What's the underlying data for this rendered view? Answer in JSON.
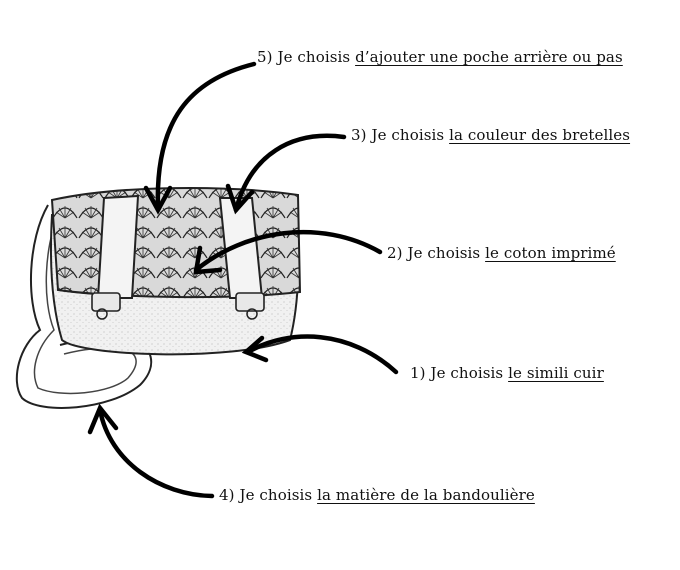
{
  "annotations": [
    {
      "num": "5)",
      "prefix": " Je choisis ",
      "underlined": "d’ajouter une poche arrière ou pas"
    },
    {
      "num": "3)",
      "prefix": " Je choisis ",
      "underlined": "la couleur des bretelles"
    },
    {
      "num": "2)",
      "prefix": " Je choisis ",
      "underlined": "le coton imprimé"
    },
    {
      "num": "1)",
      "prefix": " Je choisis ",
      "underlined": "le simili cuir"
    },
    {
      "num": "4)",
      "prefix": " Je choisis ",
      "underlined": "la matière de la bandoulière"
    }
  ]
}
